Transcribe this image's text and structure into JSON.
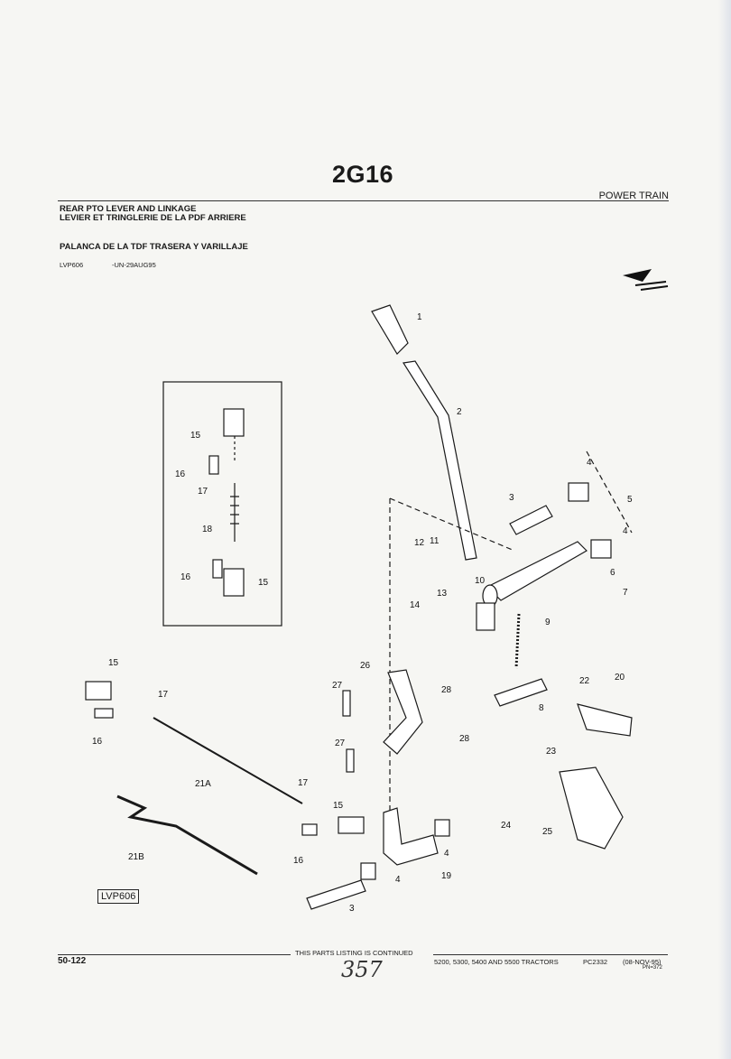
{
  "header": {
    "page_code": "2G16",
    "section": "POWER TRAIN",
    "title_en": "REAR PTO LEVER AND LINKAGE",
    "title_fr": "LEVIER ET TRINGLERIE DE LA PDF ARRIERE",
    "title_es": "PALANCA DE LA TDF TRASERA Y VARILLAJE",
    "illustration_code": "LVP606",
    "illustration_date": "-UN-29AUG95"
  },
  "diagram": {
    "reference_label": "LVP606",
    "callouts": [
      "1",
      "2",
      "3",
      "4",
      "5",
      "4",
      "6",
      "7",
      "11",
      "12",
      "10",
      "13",
      "14",
      "9",
      "15",
      "16",
      "17",
      "18",
      "16",
      "15",
      "15",
      "17",
      "16",
      "21A",
      "17",
      "15",
      "16",
      "21B",
      "27",
      "26",
      "28",
      "28",
      "27",
      "22",
      "20",
      "8",
      "23",
      "24",
      "25",
      "4",
      "19",
      "4",
      "3"
    ]
  },
  "footer": {
    "continued": "THIS PARTS LISTING IS CONTINUED",
    "page_number": "50-122",
    "handwritten": "357",
    "models": "5200, 5300, 5400 AND 5500 TRACTORS",
    "catalog": "PC2332",
    "date": "(08-NOV-95)",
    "pn": "PN=372"
  }
}
